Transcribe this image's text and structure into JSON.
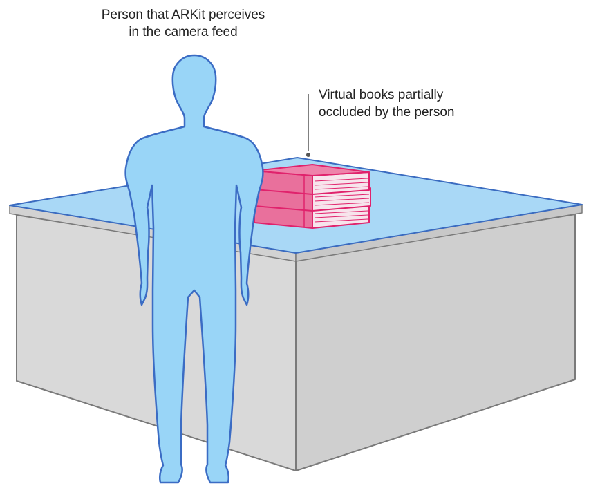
{
  "labels": {
    "person": [
      "Person that ARKit perceives",
      "in the camera feed"
    ],
    "books": [
      "Virtual books partially",
      "occluded by the person"
    ]
  },
  "colors": {
    "table_top": "#a9d8f6",
    "table_edge": "#3a6bc0",
    "table_front": "#d9d9d9",
    "table_side": "#cfcfcf",
    "table_outline": "#7a7a7a",
    "person_fill": "#99d5f7",
    "person_stroke": "#3b6cc4",
    "book_fill": "#e9709c",
    "book_stroke": "#e0226c",
    "book_pages": "#f7e4ec",
    "leader_line": "#555555",
    "text": "#222222"
  }
}
